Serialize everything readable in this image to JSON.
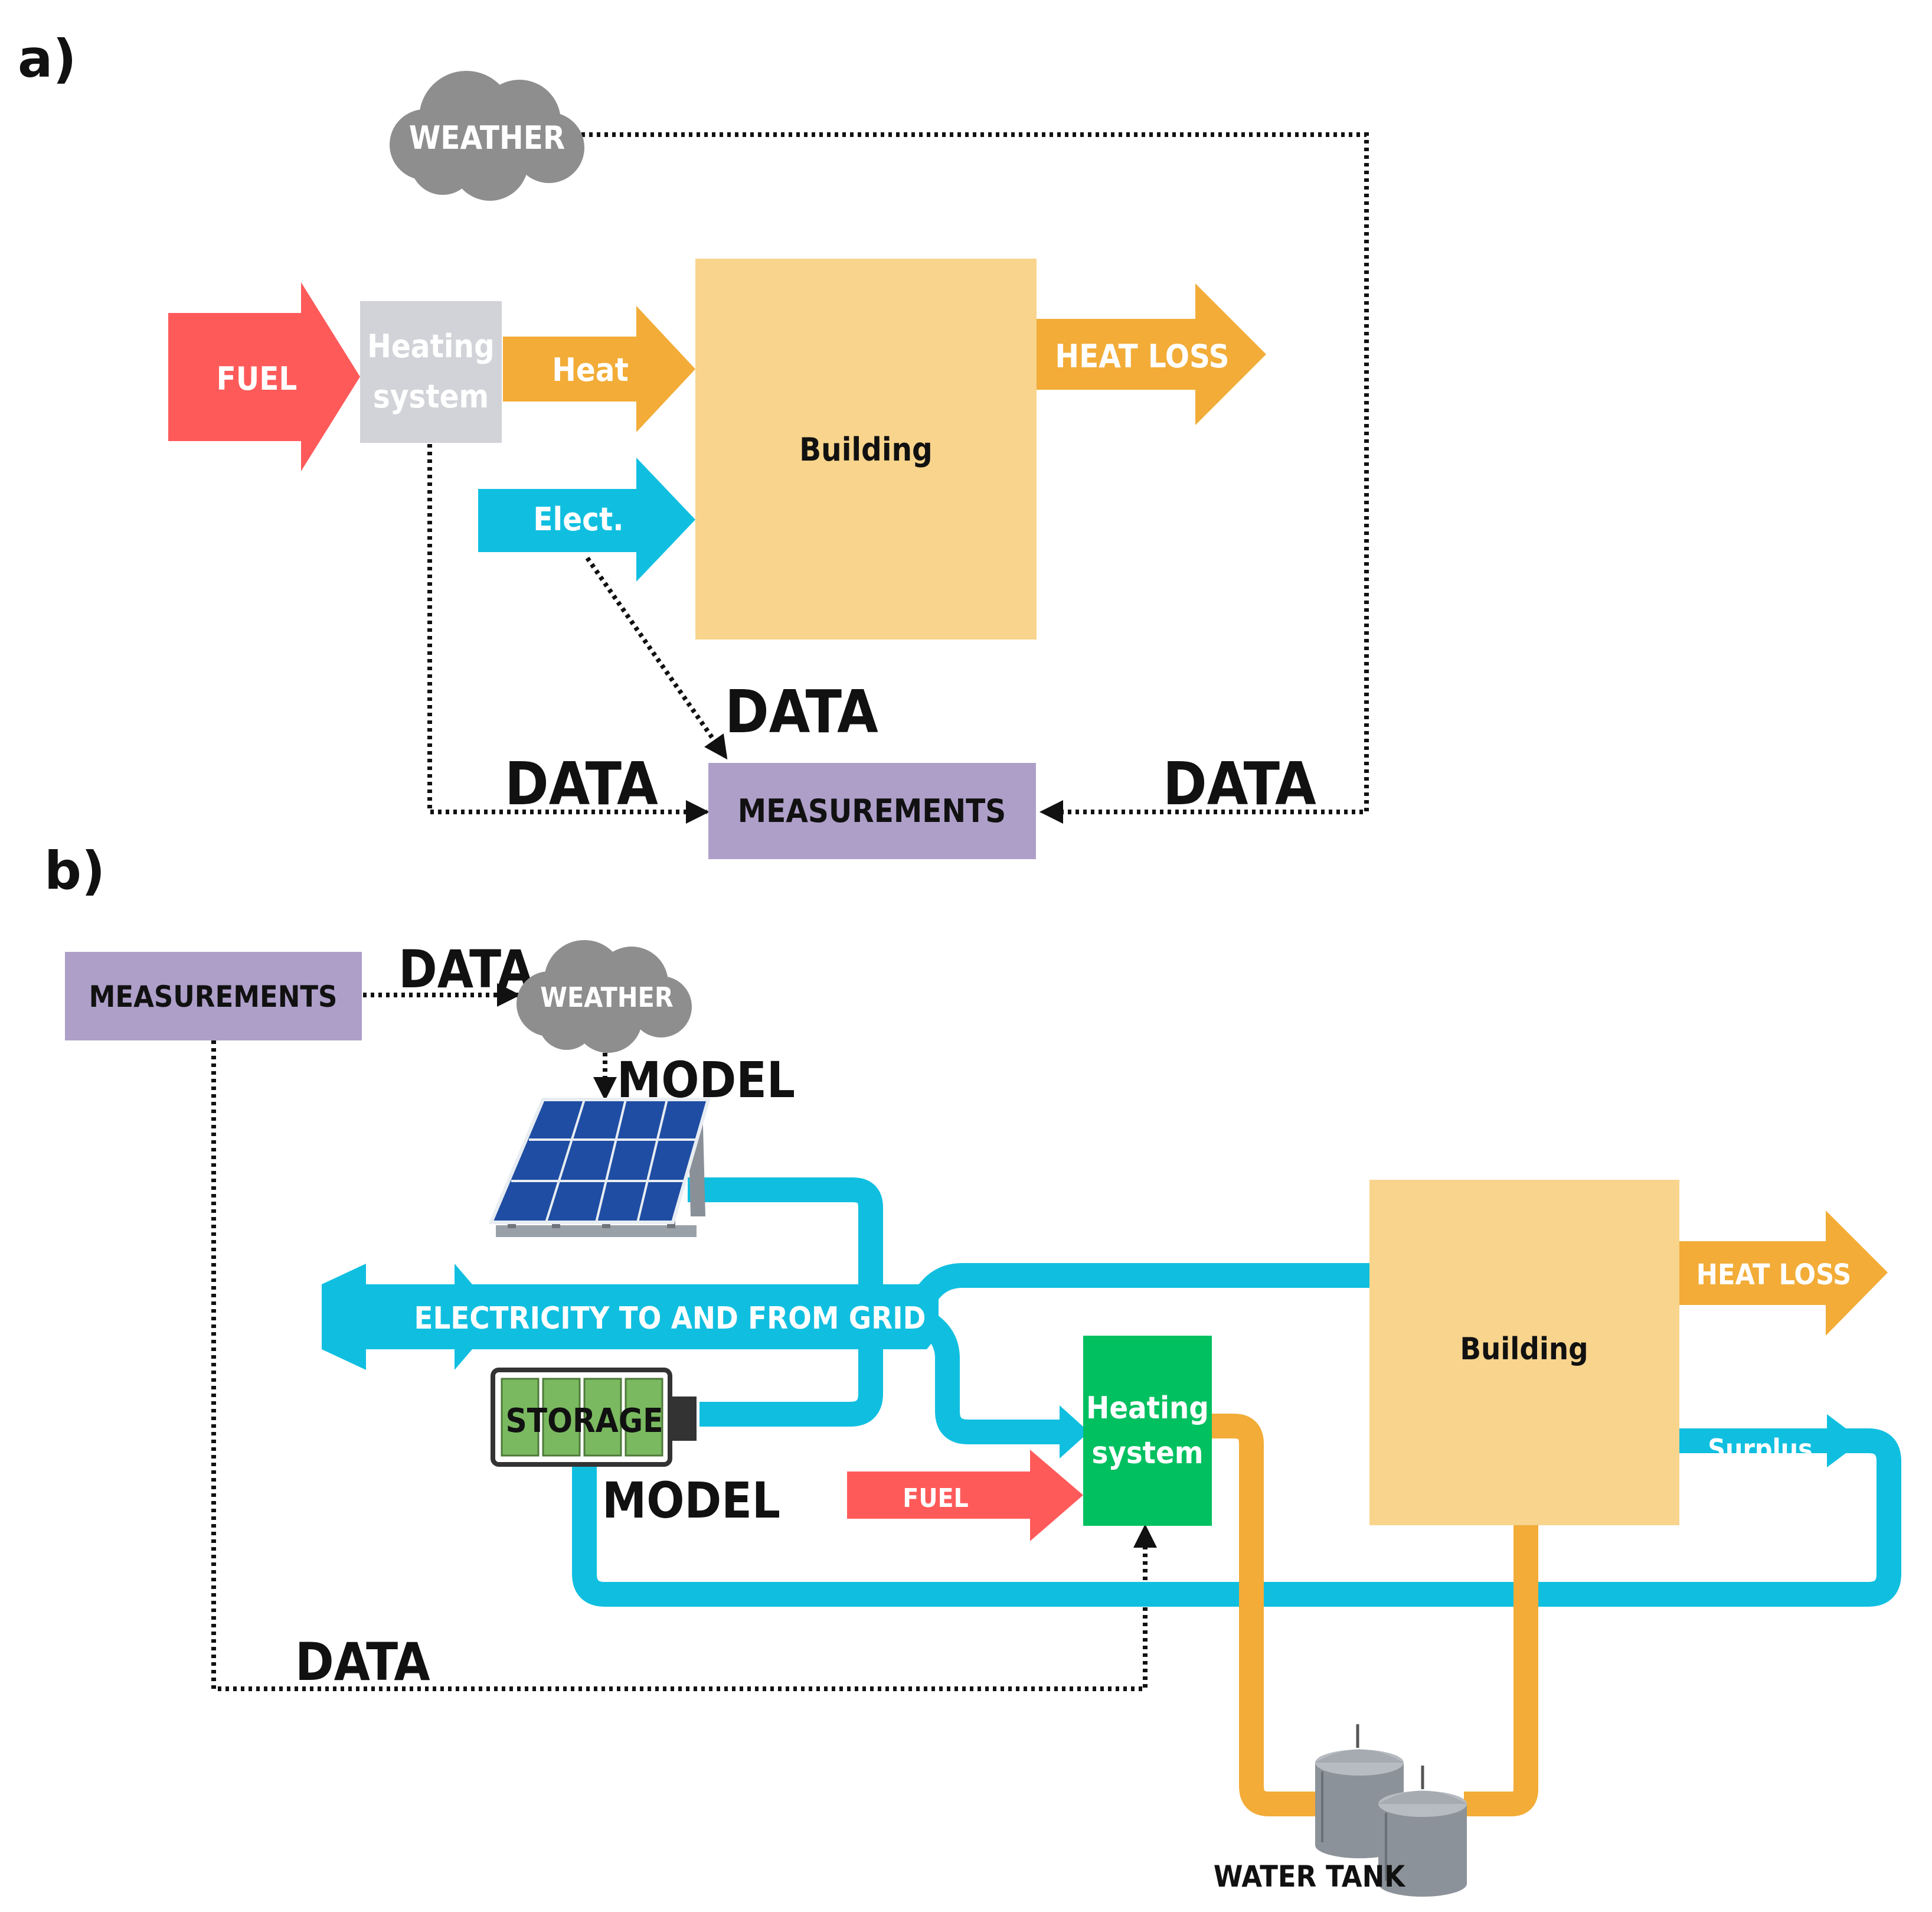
{
  "panel_a": {
    "label": "a)",
    "weather": "WEATHER",
    "fuel": "FUEL",
    "heating_line1": "Heating",
    "heating_line2": "system",
    "heat": "Heat",
    "building": "Building",
    "heat_loss": "HEAT LOSS",
    "elect": "Elect.",
    "measurements": "MEASUREMENTS",
    "data_top": "DATA",
    "data_left": "DATA",
    "data_right": "DATA"
  },
  "panel_b": {
    "label": "b)",
    "measurements": "MEASUREMENTS",
    "data_weather": "DATA",
    "weather": "WEATHER",
    "model_pv": "MODEL",
    "grid": "ELECTRICITY TO AND FROM GRID",
    "storage": "STORAGE",
    "model_storage": "MODEL",
    "heating_line1": "Heating",
    "heating_line2": "system",
    "fuel": "FUEL",
    "building": "Building",
    "heat_loss": "HEAT LOSS",
    "surplus": "Surplus",
    "water_tank": "WATER TANK",
    "data_bottom": "DATA"
  },
  "colors": {
    "fuel": "#ff5a5a",
    "heating_a": "#d1d3d8",
    "heat": "#f2ac37",
    "building": "#f8d48c",
    "elect": "#10bfe0",
    "measurements": "#ae9fc9",
    "weather": "#8e8e8e",
    "heating_b": "#00c060",
    "storage_cell": "#7ab960"
  }
}
